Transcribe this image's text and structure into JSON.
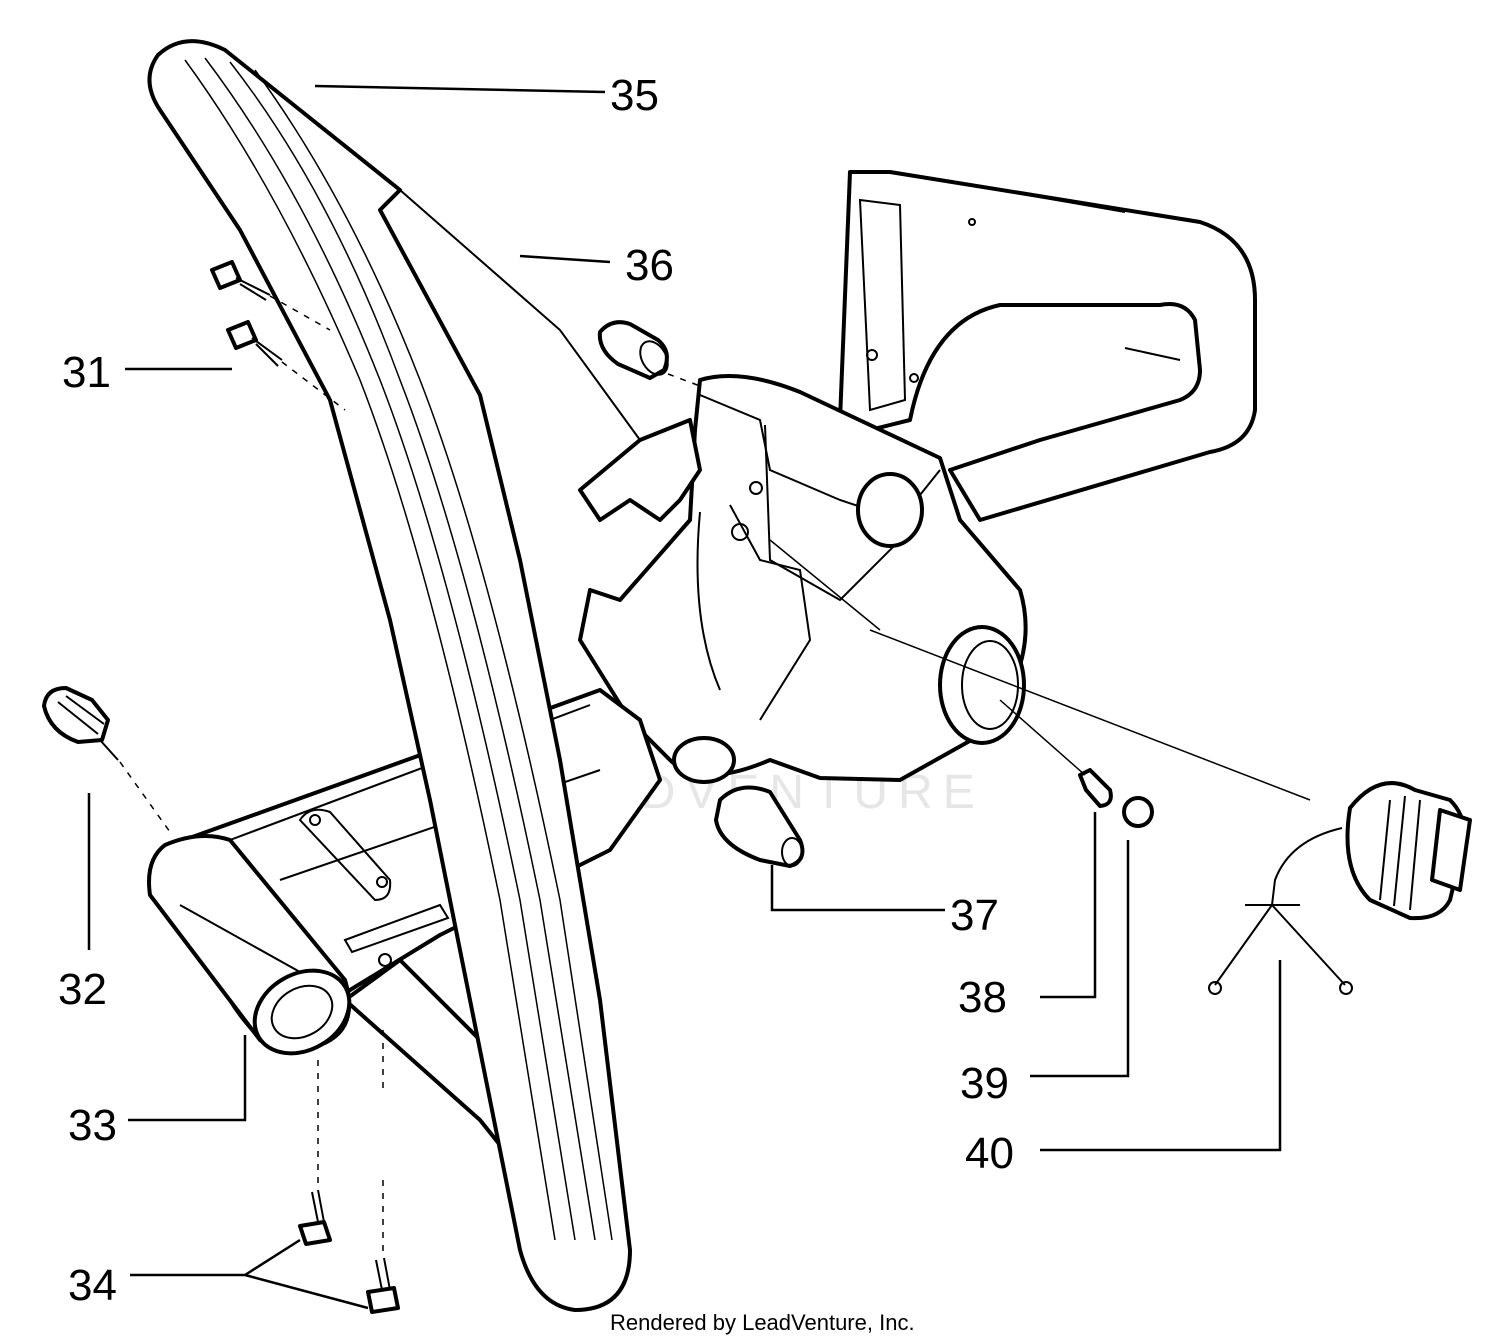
{
  "callouts": [
    {
      "id": "31",
      "label": "31"
    },
    {
      "id": "32",
      "label": "32"
    },
    {
      "id": "33",
      "label": "33"
    },
    {
      "id": "34",
      "label": "34"
    },
    {
      "id": "35",
      "label": "35"
    },
    {
      "id": "36",
      "label": "36"
    },
    {
      "id": "37",
      "label": "37"
    },
    {
      "id": "38",
      "label": "38"
    },
    {
      "id": "39",
      "label": "39"
    },
    {
      "id": "40",
      "label": "40"
    }
  ],
  "watermark": "LEADVENTURE",
  "footer": "Rendered by LeadVenture, Inc.",
  "colors": {
    "line": "#000000",
    "background": "#ffffff",
    "watermark": "#e6e6e6"
  }
}
